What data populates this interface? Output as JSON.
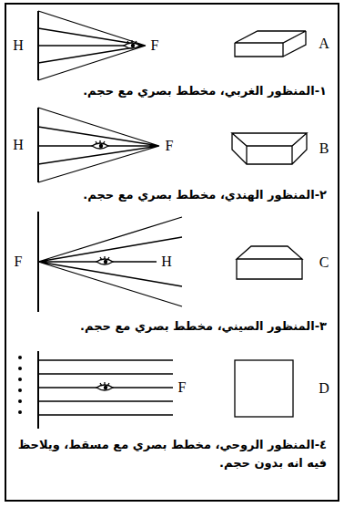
{
  "diagram": {
    "labels": [
      "H",
      "F",
      "A",
      "١-المنظور الغربي، مخطط بصري مع حجم.",
      "H",
      "F",
      "B",
      "٢-المنظور الهندي، مخطط بصري مع حجم.",
      "F",
      "H",
      "C",
      "٣-المنظور الصيني، مخطط بصري مع حجم.",
      "F",
      "D",
      "٤-المنظور الروحي، مخطط بصري مع مسقط، ويلاحظ فيه انه بدون حجم."
    ]
  }
}
